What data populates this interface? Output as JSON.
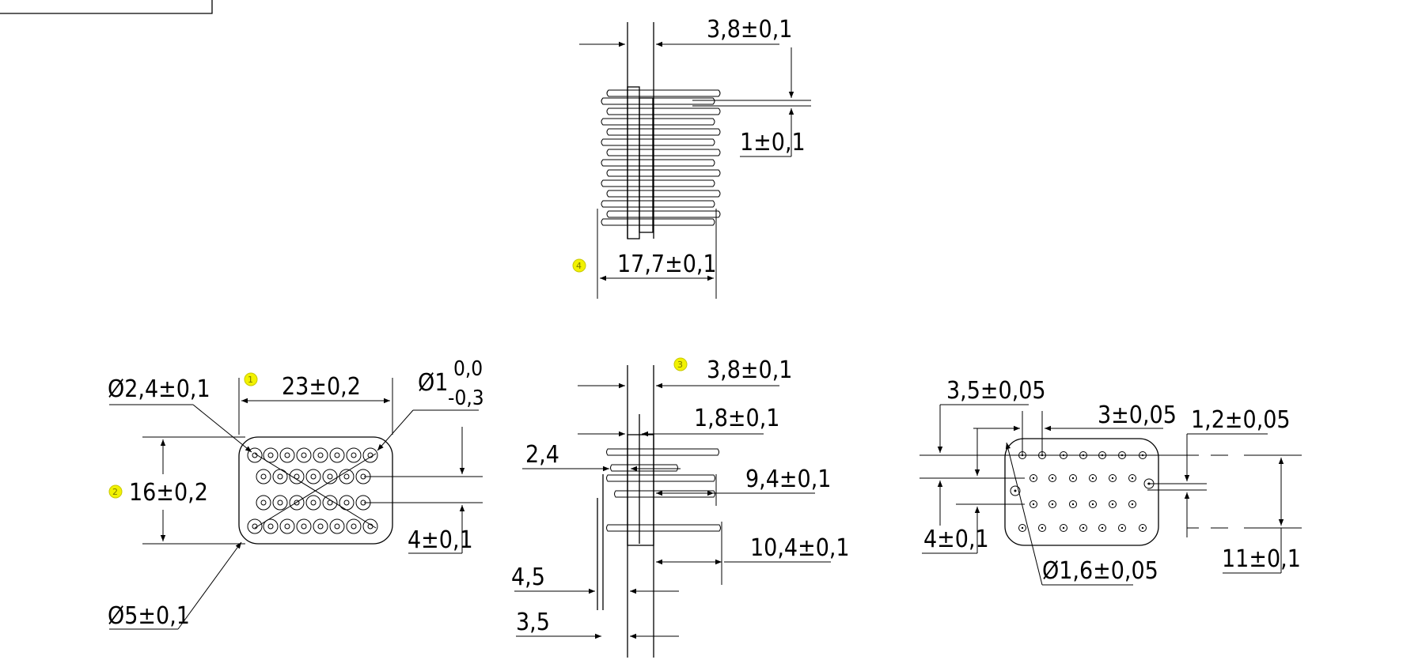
{
  "labels": {
    "top_pin_offset": "3,8±0,1",
    "top_pin_pitch": "1±0,1",
    "top_overall_length": "17,7±0,1",
    "hole_dia": "Ø2,4±0,1",
    "width": "23±0,2",
    "pin_dia": "Ø1",
    "pin_tol_upper": "0,0",
    "pin_tol_lower": "-0,3",
    "height": "16±0,2",
    "row_pitch_left": "4±0,1",
    "mount_dia": "Ø5±0,1",
    "side_offset": "3,8±0,1",
    "flange": "1,8±0,1",
    "side_a": "2,4",
    "side_b": "9,4±0,1",
    "side_c": "10,4±0,1",
    "side_d": "4,5",
    "side_e": "3,5",
    "right_a": "3,5±0,05",
    "right_b": "3±0,05",
    "right_c": "1,2±0,05",
    "right_row_pitch": "4±0,1",
    "right_overall": "11±0,1",
    "right_dia": "Ø1,6±0,05"
  },
  "markers": [
    "1",
    "2",
    "3",
    "4"
  ],
  "colors": {
    "ink": "#000000",
    "marker": "#f2f200"
  }
}
